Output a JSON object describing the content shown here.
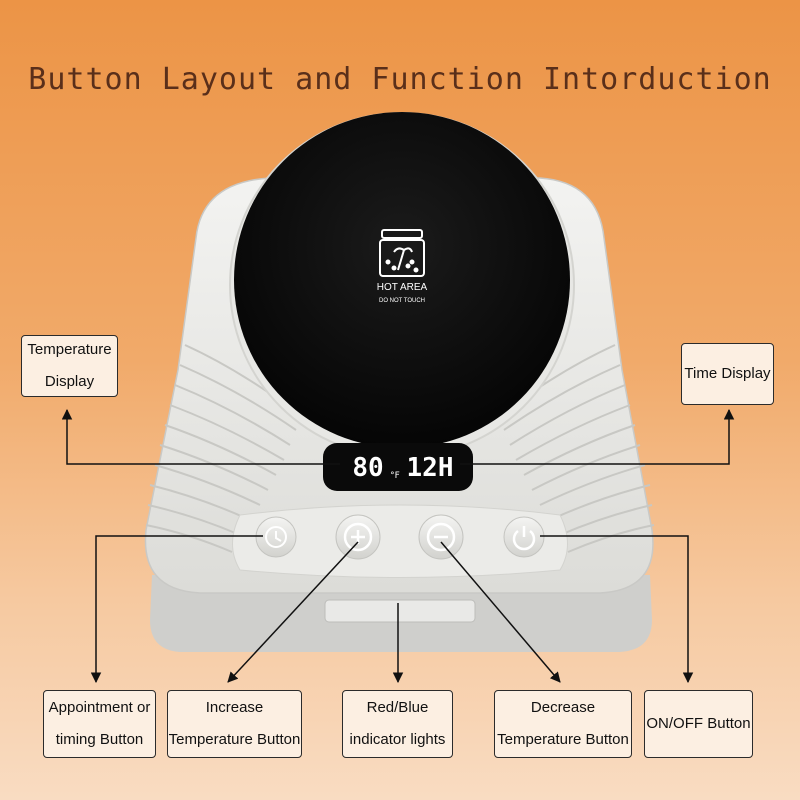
{
  "title": "Button Layout and Function Intorduction",
  "device": {
    "hot_area_label": "HOT AREA",
    "hot_area_sub": "DO NOT TOUCH",
    "display_temp": "80",
    "display_unit": "°F",
    "display_time": "12H"
  },
  "callouts": {
    "temperature_display": "Temperature\nDisplay",
    "time_display": "Time Display",
    "appointment_button": "Appointment or\ntiming Button",
    "increase_button": "Increase\nTemperature Button",
    "indicator_lights": "Red/Blue\nindicator lights",
    "decrease_button": "Decrease\nTemperature Button",
    "onoff_button": "ON/OFF Button"
  },
  "icons": {
    "clock": "clock-icon",
    "plus": "plus-icon",
    "minus": "minus-icon",
    "power": "power-icon",
    "jar": "jar-icon"
  }
}
